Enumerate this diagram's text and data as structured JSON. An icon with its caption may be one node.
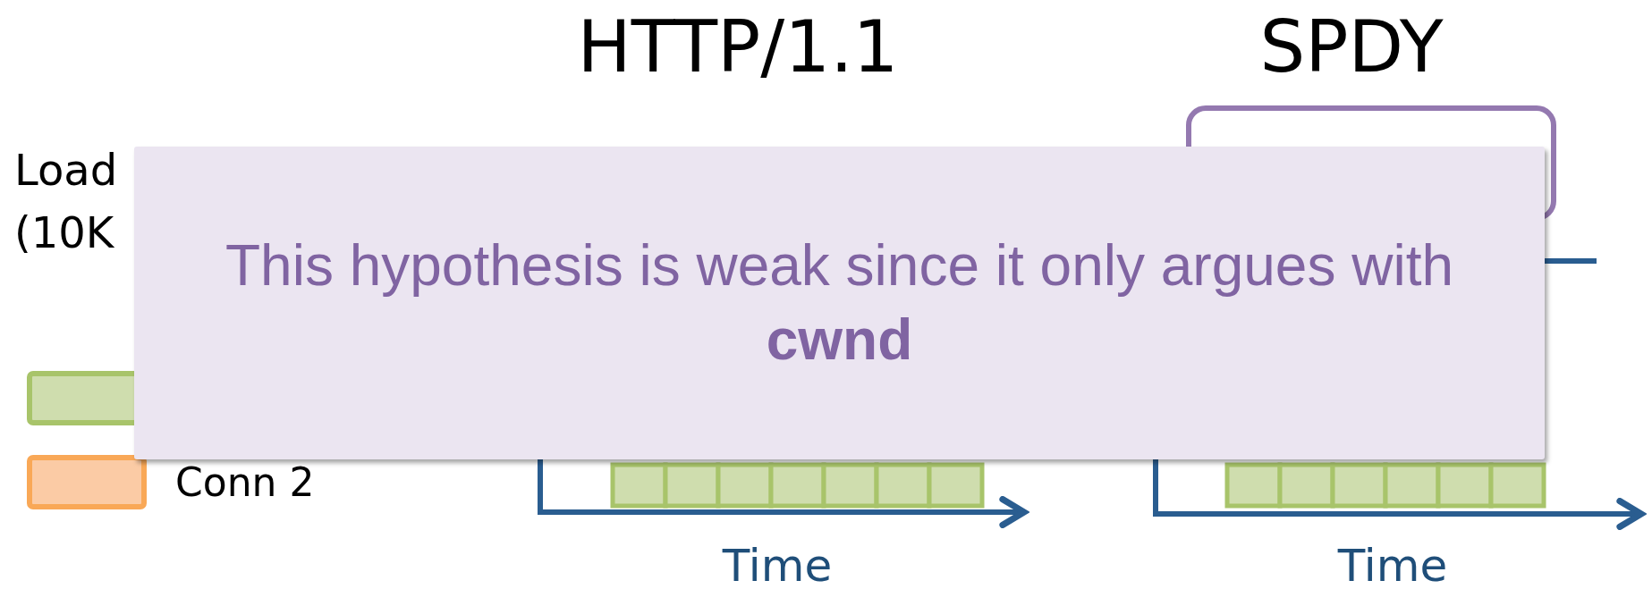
{
  "diagram": {
    "nodes": [
      {
        "text": [],
        "shape": "box"
      },
      {
        "text": [
          "This hypothesis is weak since it only  argues with **cwnd**"
        ]
      }
    ],
    "labels": [
      "HTTP/1.1",
      "SPDY",
      "Load",
      "(10K",
      "Time",
      "Time"
    ],
    "legend": [
      {
        "text": "Conn 2",
        "color": "#fbcba5"
      }
    ]
  }
}
